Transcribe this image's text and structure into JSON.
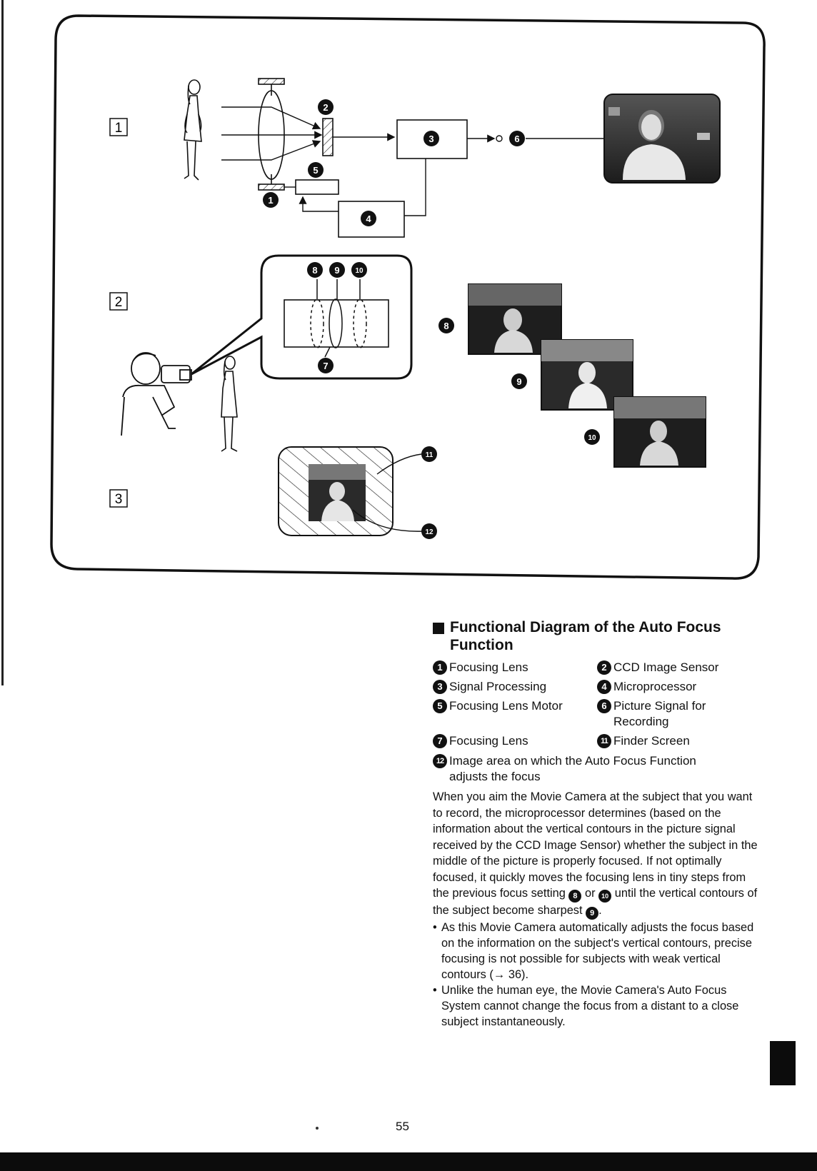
{
  "diagram": {
    "section_labels": [
      "1",
      "2",
      "3"
    ],
    "markers": {
      "m1": "1",
      "m2": "2",
      "m3": "3",
      "m4": "4",
      "m5": "5",
      "m6": "6",
      "m7": "7",
      "m8": "8",
      "m9": "9",
      "m10": "10",
      "m11": "11",
      "m12": "12"
    }
  },
  "section": {
    "title": "Functional Diagram of the Auto Focus Function"
  },
  "legend": [
    {
      "num": "1",
      "label": "Focusing Lens"
    },
    {
      "num": "2",
      "label": "CCD Image Sensor"
    },
    {
      "num": "3",
      "label": "Signal Processing"
    },
    {
      "num": "4",
      "label": "Microprocessor"
    },
    {
      "num": "5",
      "label": "Focusing Lens Motor"
    },
    {
      "num": "6",
      "label": "Picture Signal for Recording"
    },
    {
      "num": "7",
      "label": "Focusing Lens"
    },
    {
      "num": "11",
      "label": "Finder Screen"
    }
  ],
  "legend_wide": {
    "num": "12",
    "label": "Image area on which the Auto Focus Function adjusts the focus"
  },
  "body": {
    "para_a": "When you aim the Movie Camera at the subject that you want to record, the microprocessor determines (based on the information about the vertical contours in the picture signal received by the CCD Image Sensor) whether the subject in the middle of the picture is properly focused. If not optimally focused, it quickly moves the focusing lens in tiny steps from the previous focus setting",
    "badge_8": "8",
    "word_or": "or",
    "badge_10": "10",
    "para_b": "until the vertical contours of the subject become sharpest",
    "badge_9": "9",
    "para_end": "."
  },
  "bullets": [
    "As this Movie Camera automatically adjusts the focus based on the information on the subject's vertical contours, precise focusing is not possible for subjects with weak vertical contours (→ 36).",
    "Unlike the human eye, the Movie Camera's Auto Focus System cannot change the focus from a distant to a close subject instantaneously."
  ],
  "page_number": "55"
}
